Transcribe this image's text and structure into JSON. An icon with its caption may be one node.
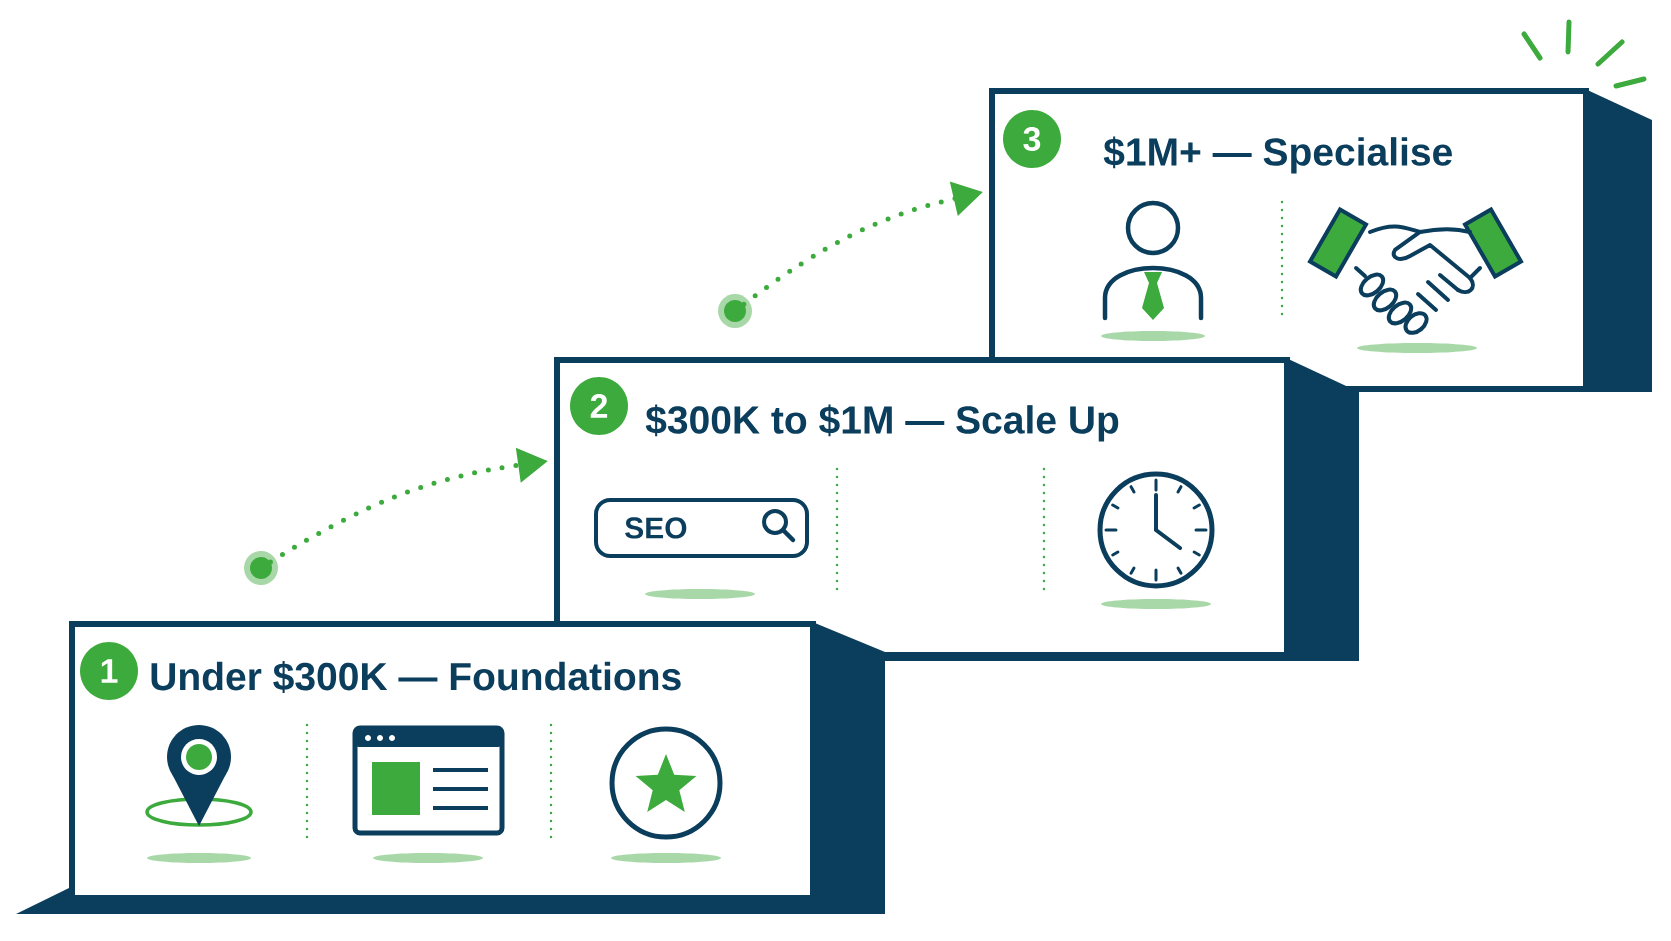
{
  "diagram": {
    "nodes": [
      {
        "text": [
          "1",
          "Under $300K — Foundations"
        ]
      },
      {
        "text": [],
        "shape": "circle"
      },
      {
        "text": [
          "2",
          "$300K to $1M — Scale Up"
        ]
      },
      {
        "text": [
          "SEO"
        ],
        "in": 2
      },
      {
        "text": [],
        "shape": "circle"
      },
      {
        "text": [
          "3",
          "$1M+ — Specialise"
        ]
      }
    ],
    "edges": [
      {
        "from": 1,
        "to": 2,
        "arrow": "to"
      },
      {
        "from": 4,
        "to": 5,
        "arrow": "to"
      }
    ]
  }
}
